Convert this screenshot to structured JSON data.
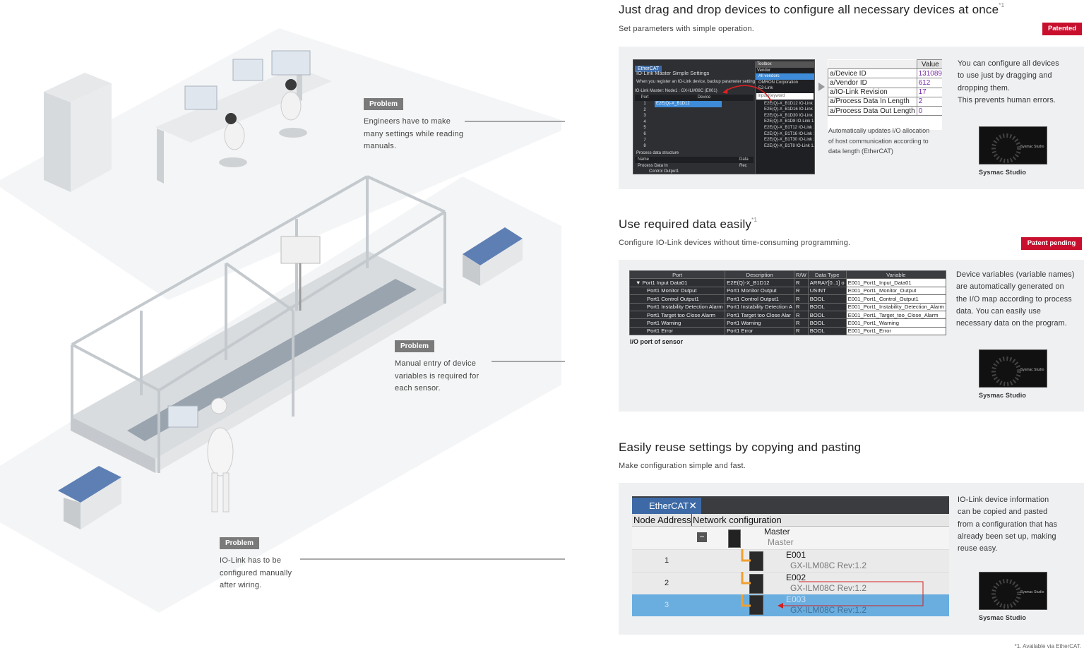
{
  "problems": [
    {
      "badge": "Problem",
      "text_lines": [
        "Engineers have to make",
        "many settings while reading",
        "manuals."
      ]
    },
    {
      "badge": "Problem",
      "text_lines": [
        "Manual entry of device",
        "variables is required for",
        "each sensor."
      ]
    },
    {
      "badge": "Problem",
      "text_lines": [
        "IO-Link has to be",
        "configured manually",
        "after wiring."
      ]
    }
  ],
  "section1": {
    "title": "Just drag and drop devices to configure all necessary devices at once",
    "title_sup": "*1",
    "subtitle": "Set parameters with simple operation.",
    "badge": "Patented",
    "description_lines": [
      "You can configure all devices",
      "to use just by dragging and",
      "dropping them.",
      "This prevents human errors."
    ],
    "caption_lines": [
      "Automatically updates I/O allocation",
      "of host communication according to",
      "data length (EtherCAT)"
    ],
    "thumb_caption": "Sysmac Studio",
    "screenshot": {
      "tab": "EtherCAT",
      "heading": "IO-Link Master Simple Settings",
      "note": "When you register an IO-Link device, backup parameter setting",
      "master_line": "IO-Link Master: Node1 : GX-ILM08C (E001)",
      "col_port": "Port",
      "col_device": "Device",
      "ports": [
        "1",
        "2",
        "3",
        "4",
        "5",
        "6",
        "7",
        "8"
      ],
      "port1_device": "E2E(Q)-X_B1D12",
      "pd_title": "Process data structure",
      "pd_col_name": "Name",
      "pd_col_data": "Data",
      "pd_rows": [
        "Process Data In",
        "Control Output1"
      ],
      "pd_rec": "Rec",
      "toolbox_title": "Toolbox",
      "toolbox_vendor": "Vendor",
      "toolbox_items": [
        "All vendors",
        "OMRON Corporation",
        "E2-Link"
      ],
      "toolbox_filter": "Input Keyword",
      "toolbox_devices": [
        "E2E(Q)-X_B1D12 IO-Link 1.1",
        "E2E(Q)-X_B1D16 IO-Link 1.1",
        "E2E(Q)-X_B1D30 IO-Link 1.1",
        "E2E(Q)-X_B1D8 IO-Link 1.1",
        "E2E(Q)-X_B1T12 IO-Link 1.1",
        "E2E(Q)-X_B1T16 IO-Link 1.1",
        "E2E(Q)-X_B1T30 IO-Link 1.1",
        "E2E(Q)-X_B1T8 IO-Link 1.1"
      ],
      "value_header": "Value",
      "value_rows": [
        {
          "label": "a/Device ID",
          "value": "131089"
        },
        {
          "label": "a/Vendor ID",
          "value": "612"
        },
        {
          "label": "a/IO-Link Revision",
          "value": "17"
        },
        {
          "label": "a/Process Data In Length",
          "value": "2"
        },
        {
          "label": "a/Process Data Out Length",
          "value": "0"
        }
      ]
    }
  },
  "section2": {
    "title": "Use required data easily",
    "title_sup": "*1",
    "subtitle": "Configure IO-Link devices without time-consuming programming.",
    "badge": "Patent pending",
    "description_lines": [
      "Device variables (variable names)",
      "are automatically generated on",
      "the I/O map according to process",
      "data. You can easily use",
      "necessary data on the program."
    ],
    "caption": "I/O port of sensor",
    "thumb_caption": "Sysmac Studio",
    "table": {
      "headers": [
        "Port",
        "Description",
        "R/W",
        "Data Type",
        "Variable"
      ],
      "rows": [
        [
          "▼ Port1 Input Data01",
          "E2E(Q)-X_B1D12",
          "R",
          "ARRAY[0..1] o",
          "E001_Port1_Input_Data01"
        ],
        [
          "Port1 Monitor Output",
          "Port1 Monitor Output",
          "R",
          "USINT",
          "E001_Port1_Monitor_Output"
        ],
        [
          "Port1 Control Output1",
          "Port1 Control Output1",
          "R",
          "BOOL",
          "E001_Port1_Control_Output1"
        ],
        [
          "Port1 Instability Detection Alarm",
          "Port1 Instability Detection A",
          "R",
          "BOOL",
          "E001_Port1_Instability_Detection_Alarm"
        ],
        [
          "Port1 Target too Close Alarm",
          "Port1 Target too Close Alar",
          "R",
          "BOOL",
          "E001_Port1_Target_too_Close_Alarm"
        ],
        [
          "Port1 Warning",
          "Port1 Warning",
          "R",
          "BOOL",
          "E001_Port1_Warning"
        ],
        [
          "Port1 Error",
          "Port1 Error",
          "R",
          "BOOL",
          "E001_Port1_Error"
        ]
      ]
    }
  },
  "section3": {
    "title": "Easily reuse settings by copying and pasting",
    "subtitle": "Make configuration simple and fast.",
    "description_lines": [
      "IO-Link device information",
      "can be copied and pasted",
      "from a configuration that has",
      "already been set up, making",
      "reuse easy."
    ],
    "thumb_caption": "Sysmac Studio",
    "screenshot": {
      "tab": "EtherCAT",
      "col_node": "Node Address",
      "col_net": "Network configuration",
      "master_name": "Master",
      "master_sub": "Master",
      "nodes": [
        {
          "addr": "1",
          "name": "E001",
          "model": "GX-ILM08C Rev:1.2"
        },
        {
          "addr": "2",
          "name": "E002",
          "model": "GX-ILM08C Rev:1.2"
        },
        {
          "addr": "3",
          "name": "E003",
          "model": "GX-ILM08C Rev:1.2"
        }
      ]
    }
  },
  "footnote": "*1. Available via EtherCAT."
}
